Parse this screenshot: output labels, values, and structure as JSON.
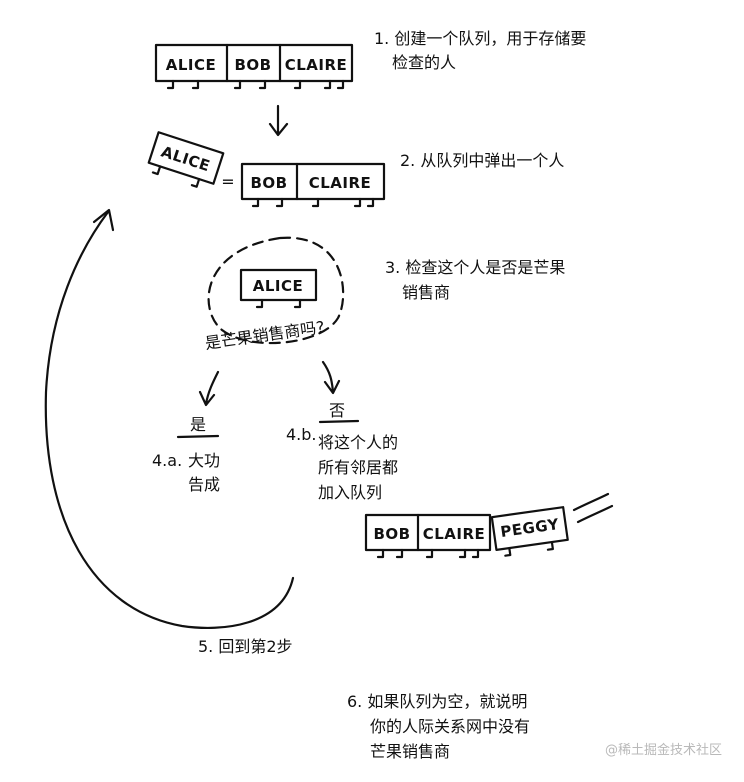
{
  "steps": {
    "s1_line1": "1. 创建一个队列，用于存储要",
    "s1_line2": "检查的人",
    "s2": "2. 从队列中弹出一个人",
    "s3_line1": "3. 检查这个人是否是芒果",
    "s3_line2": "销售商",
    "question": "是芒果销售商吗?",
    "yes": "是",
    "no": "否",
    "s4a_prefix": "4.a.",
    "s4a_line1": "大功",
    "s4a_line2": "告成",
    "s4b_prefix": "4.b.",
    "s4b_line1": "将这个人的",
    "s4b_line2": "所有邻居都",
    "s4b_line3": "加入队列",
    "s5": "5. 回到第2步",
    "s6_line1": "6. 如果队列为空，就说明",
    "s6_line2": "你的人际关系网中没有",
    "s6_line3": "芒果销售商"
  },
  "queues": {
    "initial": [
      "ALICE",
      "BOB",
      "CLAIRE"
    ],
    "popped": "ALICE",
    "remaining": [
      "BOB",
      "CLAIRE"
    ],
    "checking": "ALICE",
    "final": [
      "BOB",
      "CLAIRE",
      "PEGGY"
    ]
  },
  "symbols": {
    "equals": "="
  },
  "watermark": "@稀土掘金技术社区"
}
